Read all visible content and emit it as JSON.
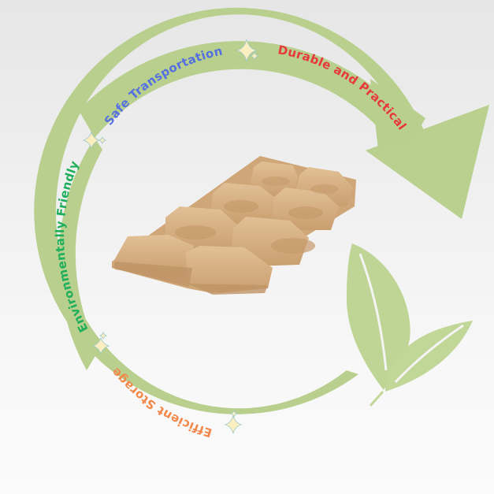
{
  "colors": {
    "ring_green": "#b8cf8d",
    "leaf_green": "#bfd595",
    "tray_base": "#d6b083",
    "tray_shadow": "#b88f63",
    "tray_highlight": "#e4c39c",
    "sparkle_fill": "#fbefc2",
    "sparkle_stroke": "#9fc9c6"
  },
  "labels": {
    "safe_transportation": {
      "text": "Safe Transportation",
      "color": "#5470e0"
    },
    "durable_practical": {
      "text": "Durable and Practical",
      "color": "#e8383d"
    },
    "environmentally_friendly": {
      "text": "Environmentally  Friendly",
      "color": "#1fae5b"
    },
    "efficient_storage": {
      "text": "Efficient Storage",
      "color": "#f2884a"
    }
  },
  "icons": {
    "cycle_arrow": "circular-arrow-icon",
    "leaves": "leaf-icon",
    "sparkles": "sparkle-icon",
    "product": "pulp-tray-image"
  }
}
